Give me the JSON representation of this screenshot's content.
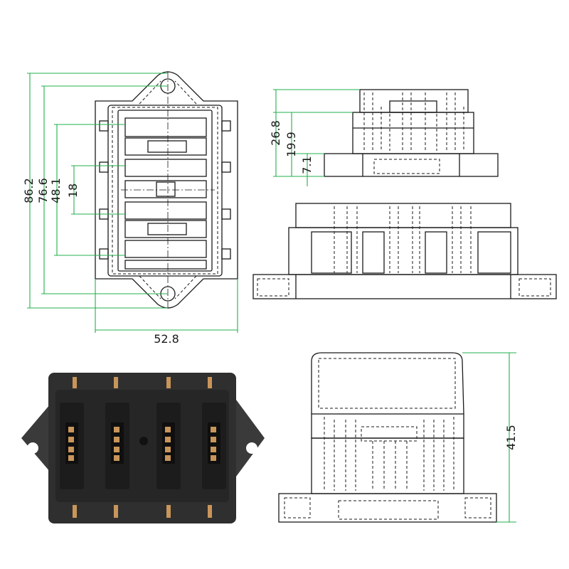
{
  "diagram": {
    "title": "",
    "dimensions": {
      "overall_height": "86.2",
      "hole_spacing": "76.6",
      "slot_span": "48.1",
      "slot_pitch": "18",
      "body_width": "52.8",
      "side_total_height": "26.8",
      "side_mid_height": "19.9",
      "base_thickness": "7.1",
      "total_height": "41.5"
    },
    "views": [
      "top-view",
      "side-view",
      "front-view",
      "end-view",
      "product-photo"
    ]
  },
  "colors": {
    "line": "#1a1a1a",
    "dimension": "#22b14c",
    "product_body": "#2f2f2f",
    "terminal": "#c8955a"
  }
}
